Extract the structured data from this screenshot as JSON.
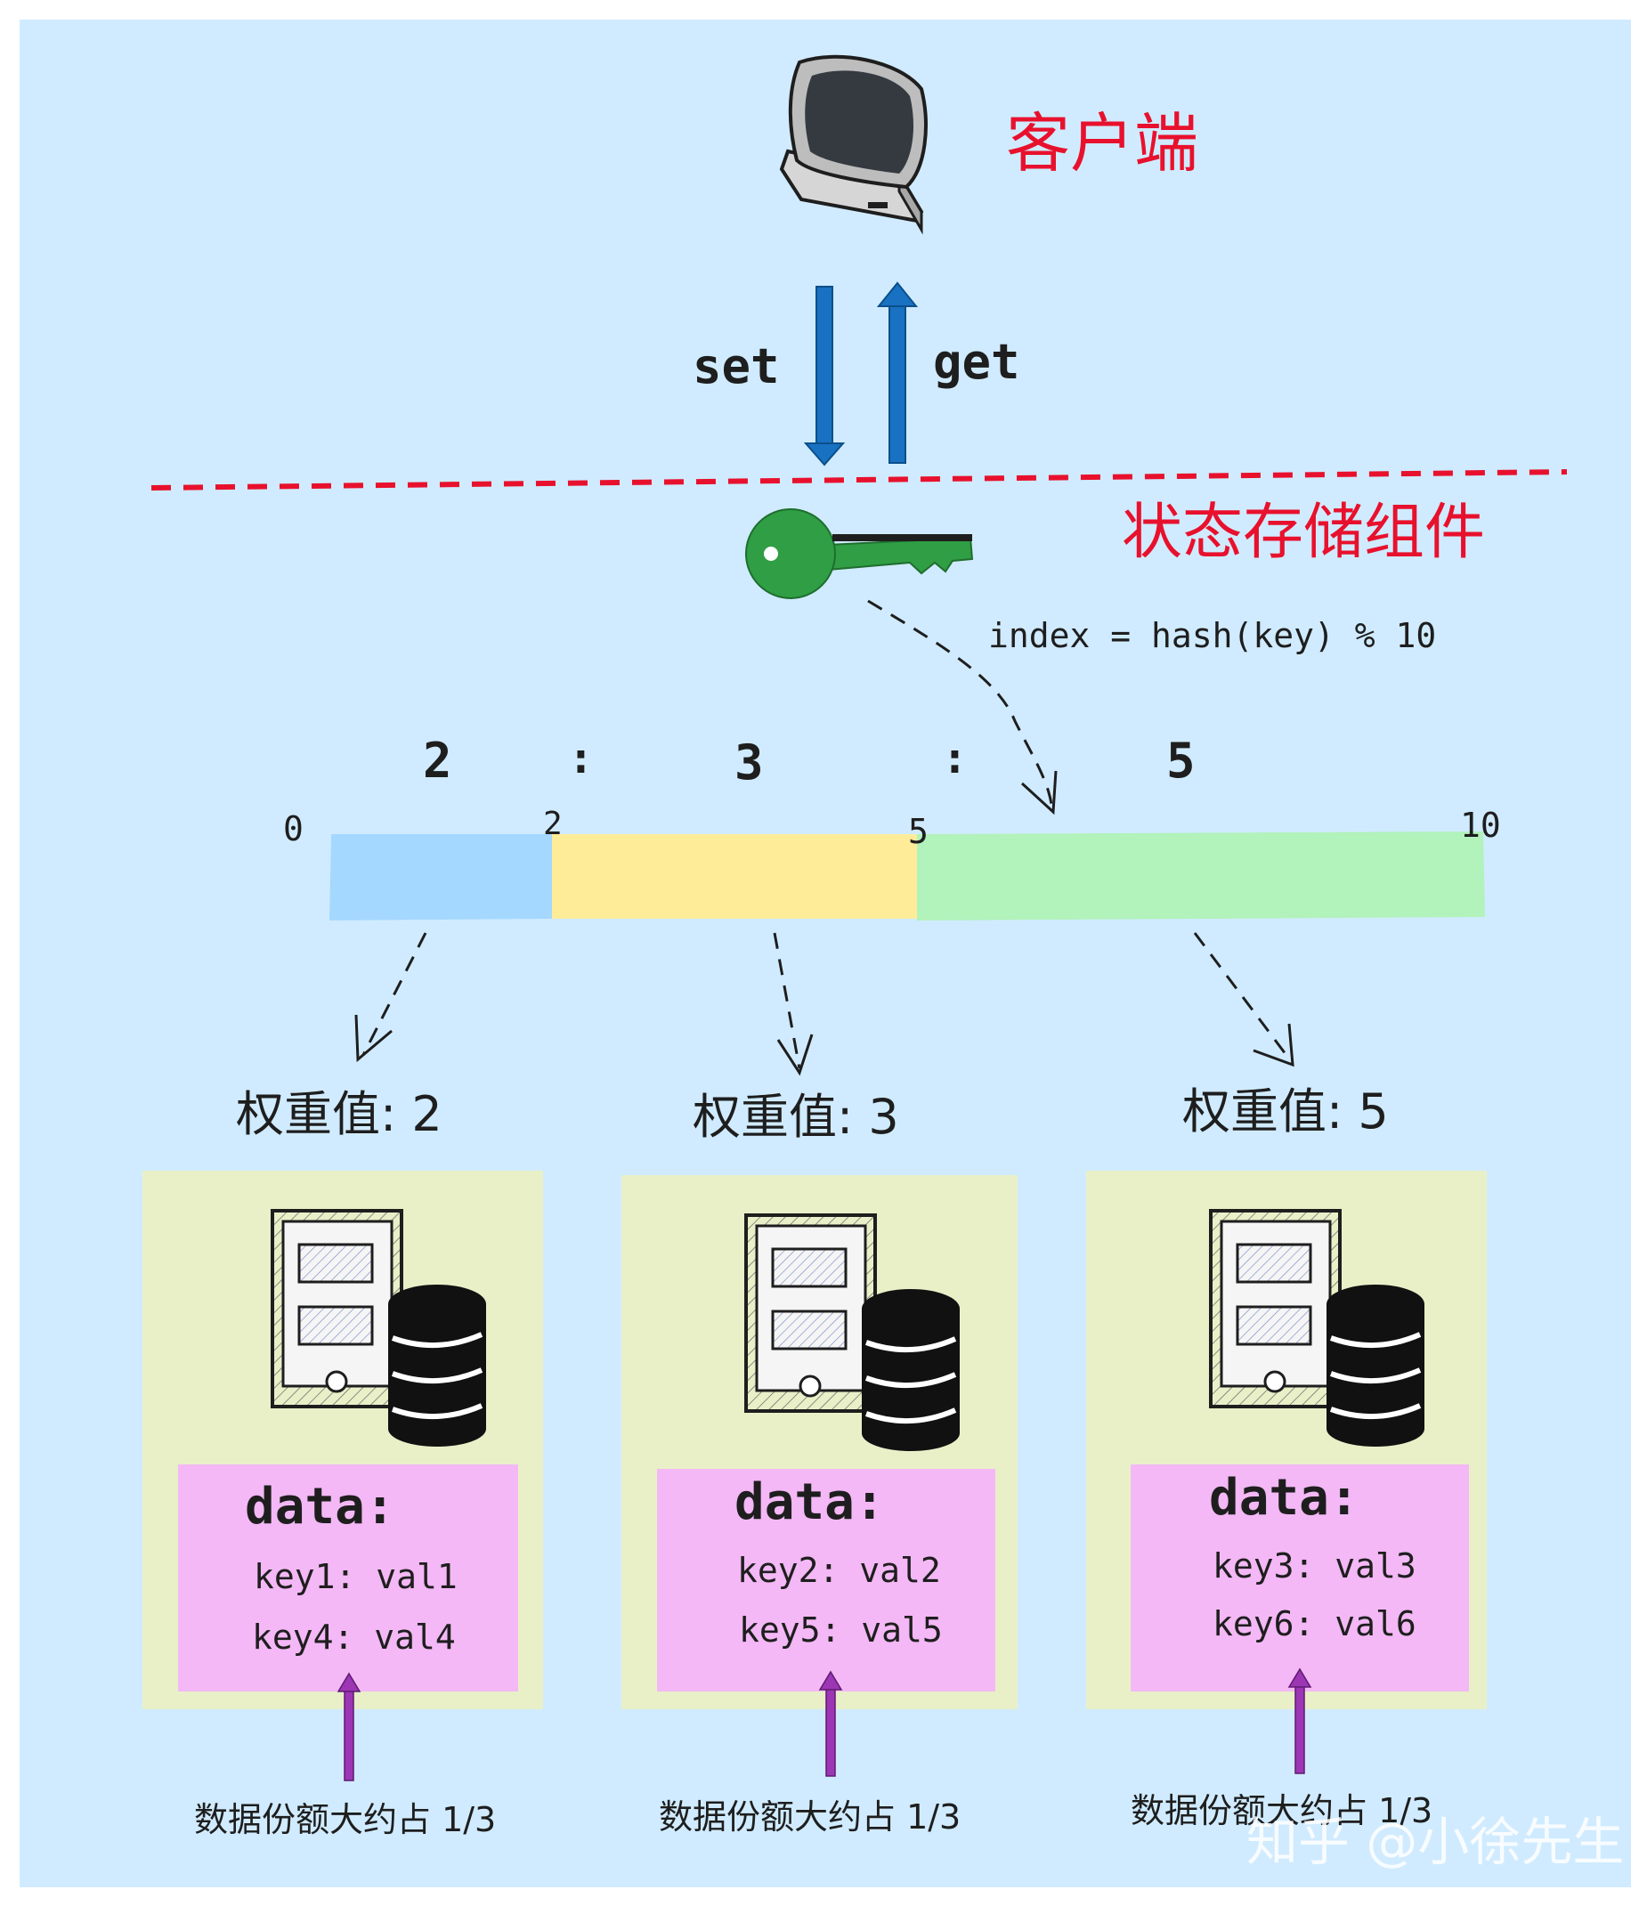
{
  "title_client": "客户端",
  "title_component": "状态存储组件",
  "arrows": {
    "set": "set",
    "get": "get"
  },
  "formula": "index = hash(key) % 10",
  "ratio": {
    "a": "2",
    "sep1": ":",
    "b": "3",
    "sep2": ":",
    "c": "5"
  },
  "scale": {
    "t0": "0",
    "t1": "2",
    "t2": "5",
    "t3": "10"
  },
  "segment_colors": [
    "#a5d8ff",
    "#ffec99",
    "#b2f2bb"
  ],
  "nodes": [
    {
      "weight_label": "权重值: 2",
      "data_title": "data:",
      "entries": [
        "key1: val1",
        "key4: val4"
      ],
      "share": "数据份额大约占 1/3"
    },
    {
      "weight_label": "权重值: 3",
      "data_title": "data:",
      "entries": [
        "key2: val2",
        "key5: val5"
      ],
      "share": "数据份额大约占 1/3"
    },
    {
      "weight_label": "权重值: 5",
      "data_title": "data:",
      "entries": [
        "key3: val3",
        "key6: val6"
      ],
      "share": "数据份额大约占 1/3"
    }
  ],
  "watermark": "知乎 @小徐先生",
  "colors": {
    "background": "#d0ebff",
    "divider": "#e8112d",
    "arrow_blue": "#1971c2",
    "key_green": "#2f9e44",
    "node_bg": "#e9f0c8",
    "data_bg": "#f3b8f5",
    "purple_arrow": "#9c36b5"
  }
}
